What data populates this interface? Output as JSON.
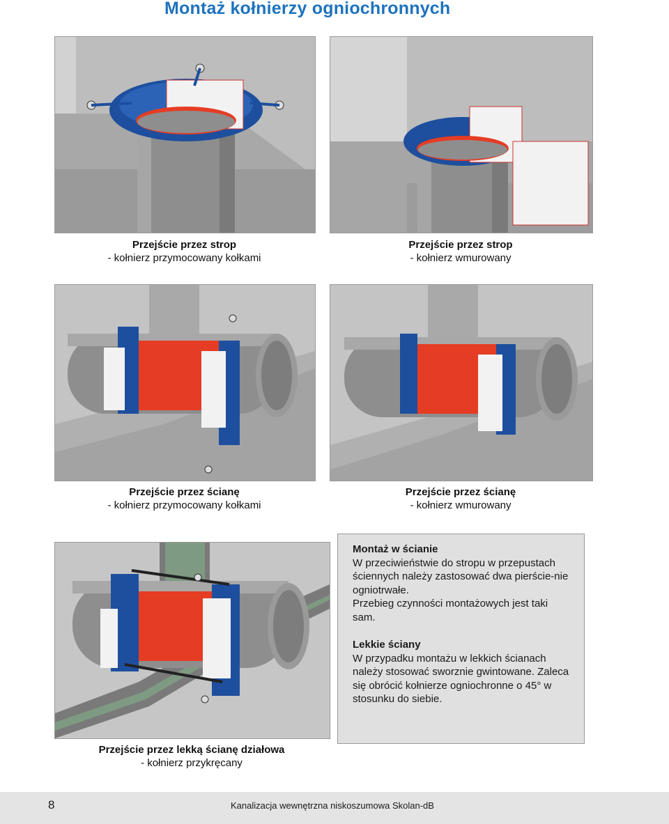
{
  "page_title": "Montaż kołnierzy ogniochronnych",
  "figures": [
    {
      "caption_title": "Przejście przez strop",
      "caption_sub": "- kołnierz przymocowany kołkami"
    },
    {
      "caption_title": "Przejście przez strop",
      "caption_sub": "- kołnierz wmurowany"
    },
    {
      "caption_title": "Przejście przez ścianę",
      "caption_sub": "- kołnierz przymocowany kołkami"
    },
    {
      "caption_title": "Przejście przez ścianę",
      "caption_sub": "- kołnierz wmurowany"
    },
    {
      "caption_title": "Przejście przez lekką ścianę działowa",
      "caption_sub": "- kołnierz przykręcany"
    }
  ],
  "info": {
    "heading1": "Montaż w ścianie",
    "text1a": "W przeciwieństwie do stropu w przepustach ściennych należy zastosować dwa pierście-nie ogniotrwałe.",
    "text1b": "Przebieg czynności montażowych jest taki sam.",
    "heading2": "Lekkie ściany",
    "text2": "W przypadku montażu w lekkich ścianach należy stosować sworznie gwintowane. Zaleca się obrócić kołnierze ogniochronne o 45° w stosunku do siebie."
  },
  "footer": {
    "page_number": "8",
    "text": "Kanalizacja wewnętrzna niskoszumowa Skolan-dB"
  },
  "colors": {
    "title_blue": "#1e73be",
    "collar_blue": "#1d4f9e",
    "intumescent_red": "#e53c24",
    "pipe_grey": "#8e8e8e"
  }
}
